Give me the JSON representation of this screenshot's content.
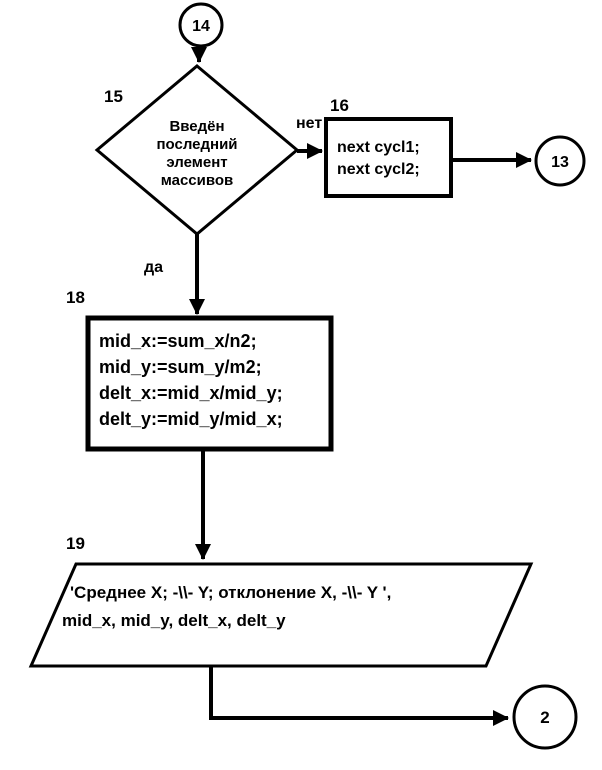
{
  "diagram": {
    "colors": {
      "stroke": "#000000",
      "fill": "#ffffff"
    },
    "connector14": {
      "label": "14"
    },
    "decision15": {
      "number": "15",
      "lines": [
        "Введён",
        "последний",
        "элемент",
        "массивов"
      ]
    },
    "no_label": "нет",
    "yes_label": "да",
    "process16": {
      "number": "16",
      "lines": [
        "next cycl1;",
        "next cycl2;"
      ]
    },
    "connector13": {
      "label": "13"
    },
    "process18": {
      "number": "18",
      "lines": [
        "mid_x:=sum_x/n2;",
        "mid_y:=sum_y/m2;",
        "delt_x:=mid_x/mid_y;",
        "delt_y:=mid_y/mid_x;"
      ]
    },
    "output19": {
      "number": "19",
      "lines": [
        "'Среднее X; -\\\\- Y; отклонение X, -\\\\- Y ',",
        "mid_x, mid_y, delt_x, delt_y"
      ]
    },
    "connector2": {
      "label": "2"
    }
  }
}
